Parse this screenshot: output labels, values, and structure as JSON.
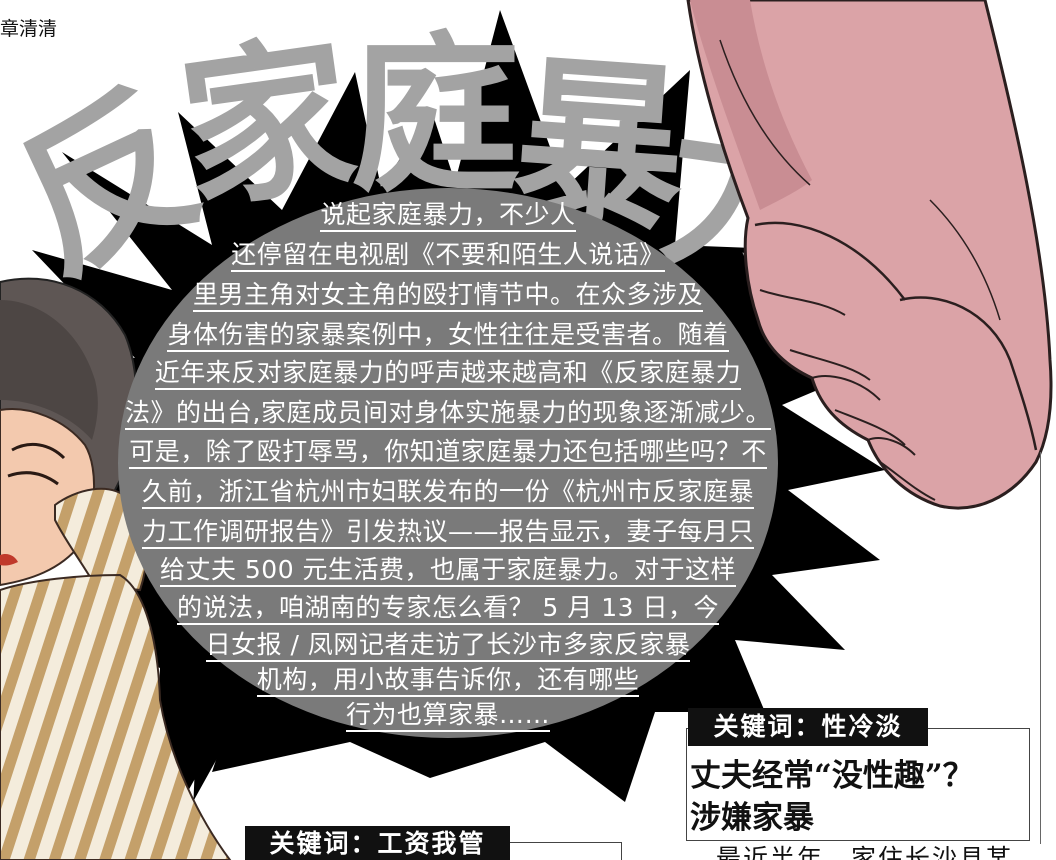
{
  "byline": "章清清",
  "title": {
    "chars": [
      "反",
      "家",
      "庭",
      "暴",
      "力"
    ]
  },
  "lead": {
    "lines": [
      "说起家庭暴力，不少人",
      "还停留在电视剧《不要和陌生人说话》",
      "里男主角对女主角的殴打情节中。在众多涉及",
      "身体伤害的家暴案例中，女性往往是受害者。随着",
      "近年来反对家庭暴力的呼声越来越高和《反家庭暴力",
      "法》的出台,家庭成员间对身体实施暴力的现象逐渐减少。",
      "可是，除了殴打辱骂，你知道家庭暴力还包括哪些吗？不",
      "久前，浙江省杭州市妇联发布的一份《杭州市反家庭暴",
      "力工作调研报告》引发热议——报告显示，妻子每月只",
      "给丈夫 500 元生活费，也属于家庭暴力。对于这样",
      "的说法，咱湖南的专家怎么看？ 5 月 13 日，今",
      "日女报 / 凤网记者走访了长沙市多家反家暴",
      "机构，用小故事告诉你，还有哪些",
      "行为也算家暴……"
    ]
  },
  "section_sexual": {
    "keyword_label": "关键词：性冷淡",
    "headline": [
      "丈夫经常“没性趣”？",
      "涉嫌家暴"
    ],
    "body_start": "最近半年，家住长沙县某"
  },
  "section_salary": {
    "keyword_label": "关键词：工资我管"
  },
  "graphics": {
    "burst": "starburst-graphic",
    "fist": "fist-illustration",
    "woman": "crying-woman-illustration"
  },
  "colors": {
    "title_gray": "#a3a3a3",
    "circle_gray": "#7a7a7a",
    "label_black": "#111111",
    "fist_skin": "#dba3a7"
  }
}
